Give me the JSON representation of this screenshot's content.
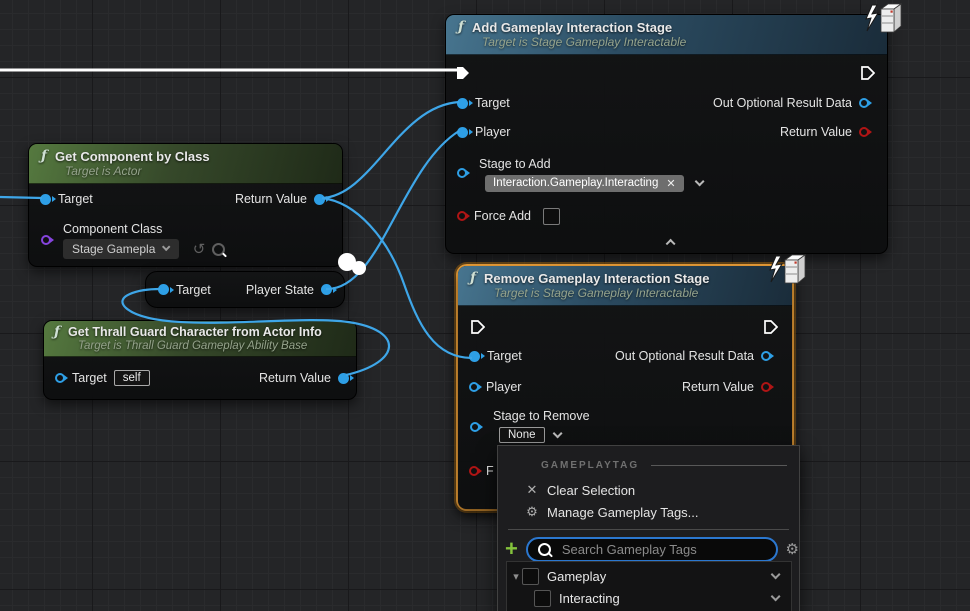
{
  "glyphs": {
    "fn": "ƒ",
    "close": "✕",
    "gear": "⚙",
    "tri_down": "▾",
    "plus": "+",
    "reset": "↺",
    "search_hint": ""
  },
  "colors": {
    "exec_wire": "#ffffff",
    "data_wire": "#3ea6e8",
    "pin_blue": "#2e9fe6",
    "pin_red": "#b01515",
    "pin_purple": "#8544dd",
    "selection": "#f1a33a",
    "search_border": "#2b77cf",
    "plus_green": "#84c33c"
  },
  "nodes": {
    "add_stage": {
      "title": "Add Gameplay Interaction Stage",
      "subtitle": "Target is Stage Gameplay Interactable",
      "target": "Target",
      "player": "Player",
      "stage_label": "Stage to Add",
      "tag": "Interaction.Gameplay.Interacting",
      "force": "Force Add",
      "out_data": "Out Optional Result Data",
      "return": "Return Value"
    },
    "remove_stage": {
      "title": "Remove Gameplay Interaction Stage",
      "subtitle": "Target is Stage Gameplay Interactable",
      "target": "Target",
      "player": "Player",
      "stage_label": "Stage to Remove",
      "stage_value": "None",
      "force_partial": "F",
      "out_data": "Out Optional Result Data",
      "return": "Return Value"
    },
    "get_component": {
      "title": "Get Component by Class",
      "subtitle": "Target is Actor",
      "target": "Target",
      "return": "Return Value",
      "class_label": "Component Class",
      "class_value": "Stage Gamepla"
    },
    "player_state": {
      "target": "Target",
      "output": "Player State"
    },
    "get_thrall": {
      "title": "Get Thrall Guard Character from Actor Info",
      "subtitle": "Target is Thrall Guard Gameplay Ability Base",
      "target": "Target",
      "target_value": "self",
      "return": "Return Value"
    }
  },
  "tag_picker": {
    "section": "GAMEPLAYTAG",
    "clear": "Clear Selection",
    "manage": "Manage Gameplay Tags...",
    "search_placeholder": "Search Gameplay Tags",
    "tree": {
      "root": "Gameplay",
      "child": "Interacting"
    }
  }
}
